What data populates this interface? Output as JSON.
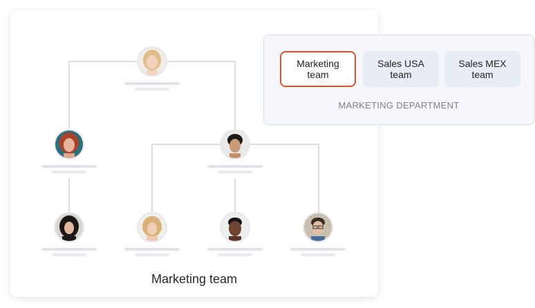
{
  "org_chart": {
    "title": "Marketing team",
    "nodes": [
      {
        "id": "head",
        "avatar": "woman-blonde-avatar"
      },
      {
        "id": "left-manager",
        "avatar": "woman-redhead-avatar"
      },
      {
        "id": "right-manager",
        "avatar": "man-dark-hair-avatar"
      },
      {
        "id": "member-1",
        "avatar": "woman-dark-curly-avatar"
      },
      {
        "id": "member-2",
        "avatar": "woman-blonde-curly-avatar"
      },
      {
        "id": "member-3",
        "avatar": "man-smiling-avatar"
      },
      {
        "id": "member-4",
        "avatar": "man-glasses-avatar"
      }
    ]
  },
  "team_selector": {
    "tabs": [
      {
        "label": "Marketing\nteam",
        "active": true
      },
      {
        "label": "Sales USA\nteam",
        "active": false
      },
      {
        "label": "Sales MEX\nteam",
        "active": false
      }
    ],
    "department_label": "MARKETING DEPARTMENT"
  },
  "colors": {
    "active_border": "#e0502a",
    "connector": "#b9bcc4",
    "placeholder_bar": "#dfe3ec"
  }
}
